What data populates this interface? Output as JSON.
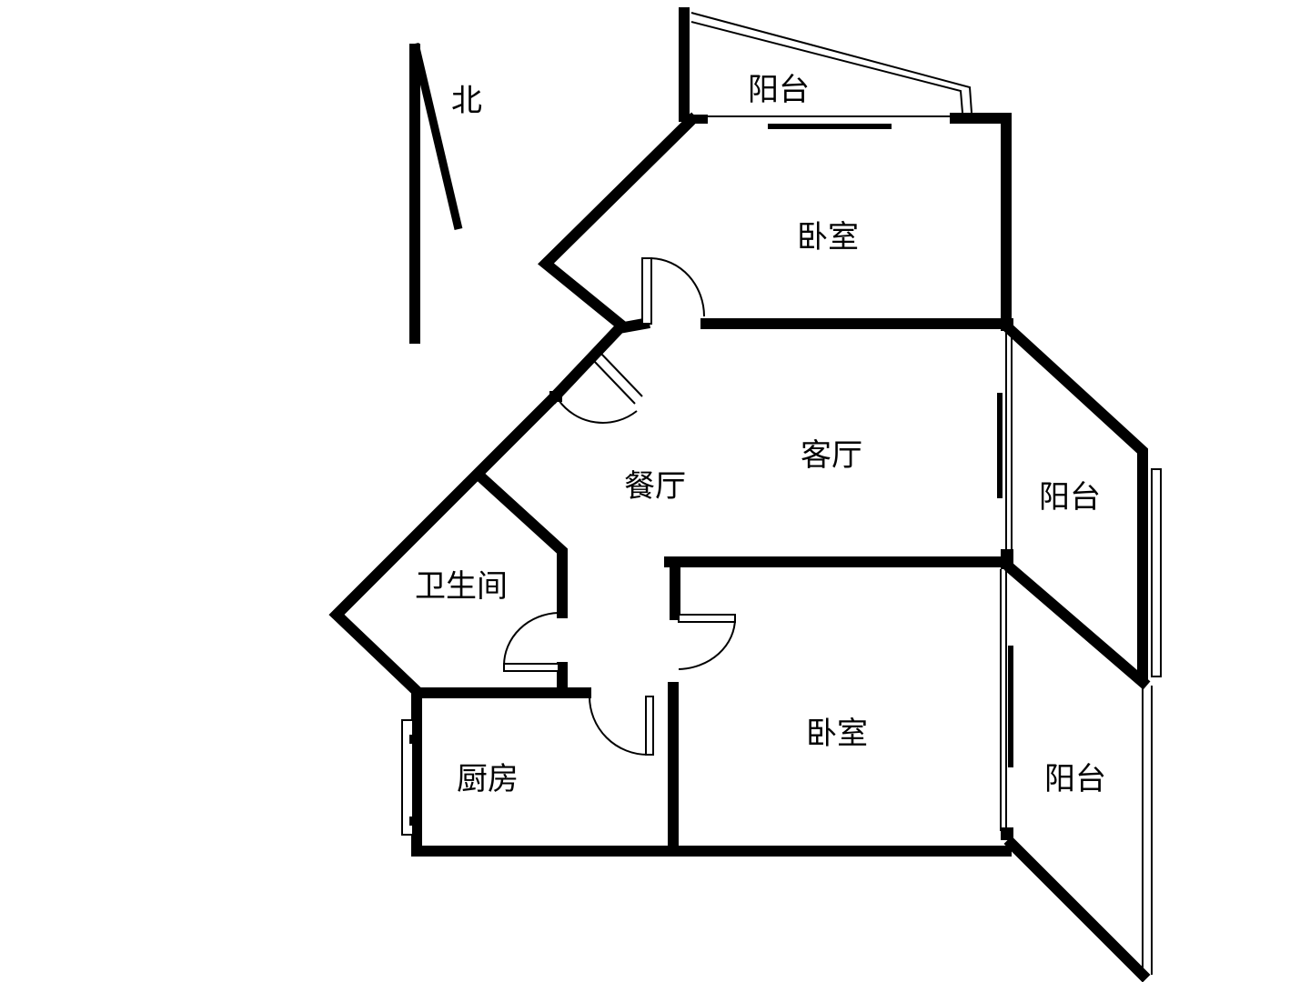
{
  "compass": {
    "label": "北"
  },
  "rooms": {
    "balcony_top": "阳台",
    "bedroom_top": "卧室",
    "living_room": "客厅",
    "dining_room": "餐厅",
    "bathroom": "卫生间",
    "balcony_right_upper": "阳台",
    "bedroom_bottom": "卧室",
    "kitchen": "厨房",
    "balcony_right_lower": "阳台"
  },
  "colors": {
    "wall": "#000000",
    "background": "#ffffff"
  }
}
